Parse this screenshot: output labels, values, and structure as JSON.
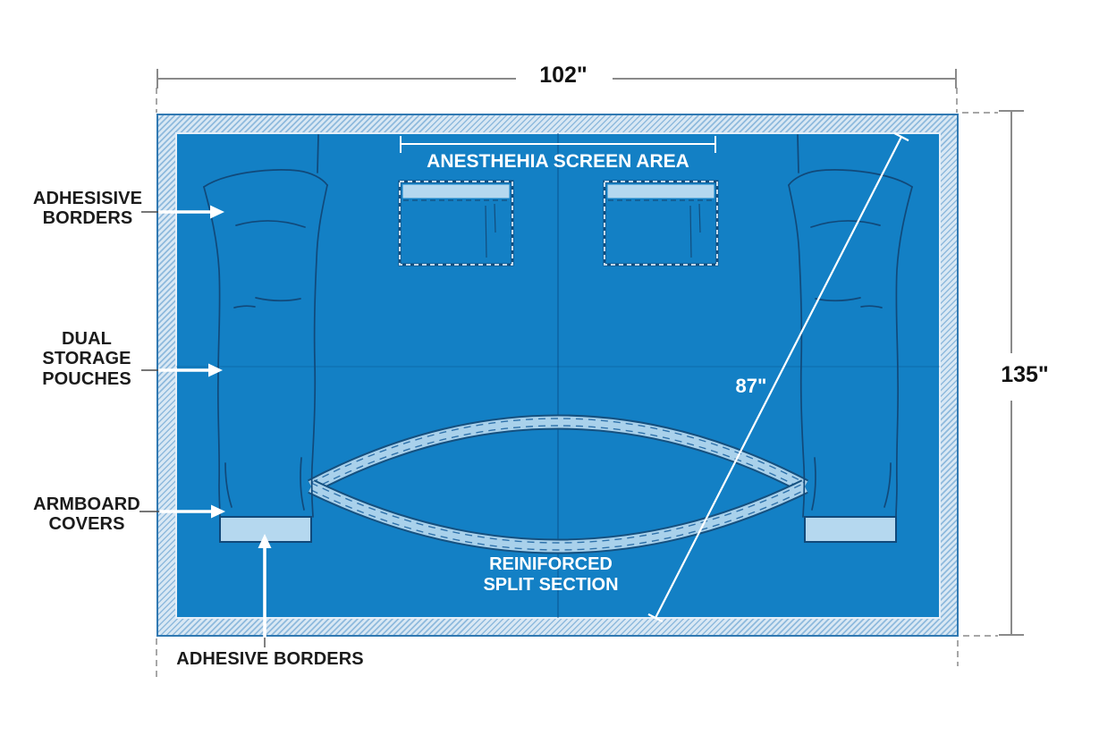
{
  "diagram": {
    "title_context": "surgical drape technical diagram",
    "dimensions": {
      "width": "102\"",
      "height": "135\"",
      "diagonal": "87\""
    },
    "labels": {
      "adhesive_borders_top": "ADHESISIVE\nBORDERS",
      "dual_storage_pouches": "DUAL\nSTORAGE\nPOUCHES",
      "armboard_covers": "ARMBOARD\nCOVERS",
      "adhesive_borders_bottom": "ADHESIVE BORDERS",
      "anesthesia_screen_area": "ANESTHEHIA SCREEN AREA",
      "reinforced_split_section": "REINIFORCED\nSPLIT SECTION"
    },
    "colors": {
      "drape_blue": "#1380c5",
      "hatch_border_light": "#d9e8f4",
      "hatch_border_line": "#8fbadd",
      "accent_light_blue": "#b5d8ef",
      "split_band_blue": "#a9d1eb",
      "outline_navy": "#11497a",
      "dimension_gray": "#8a8a8a",
      "label_black": "#1b1b1b",
      "label_white": "#ffffff"
    }
  }
}
